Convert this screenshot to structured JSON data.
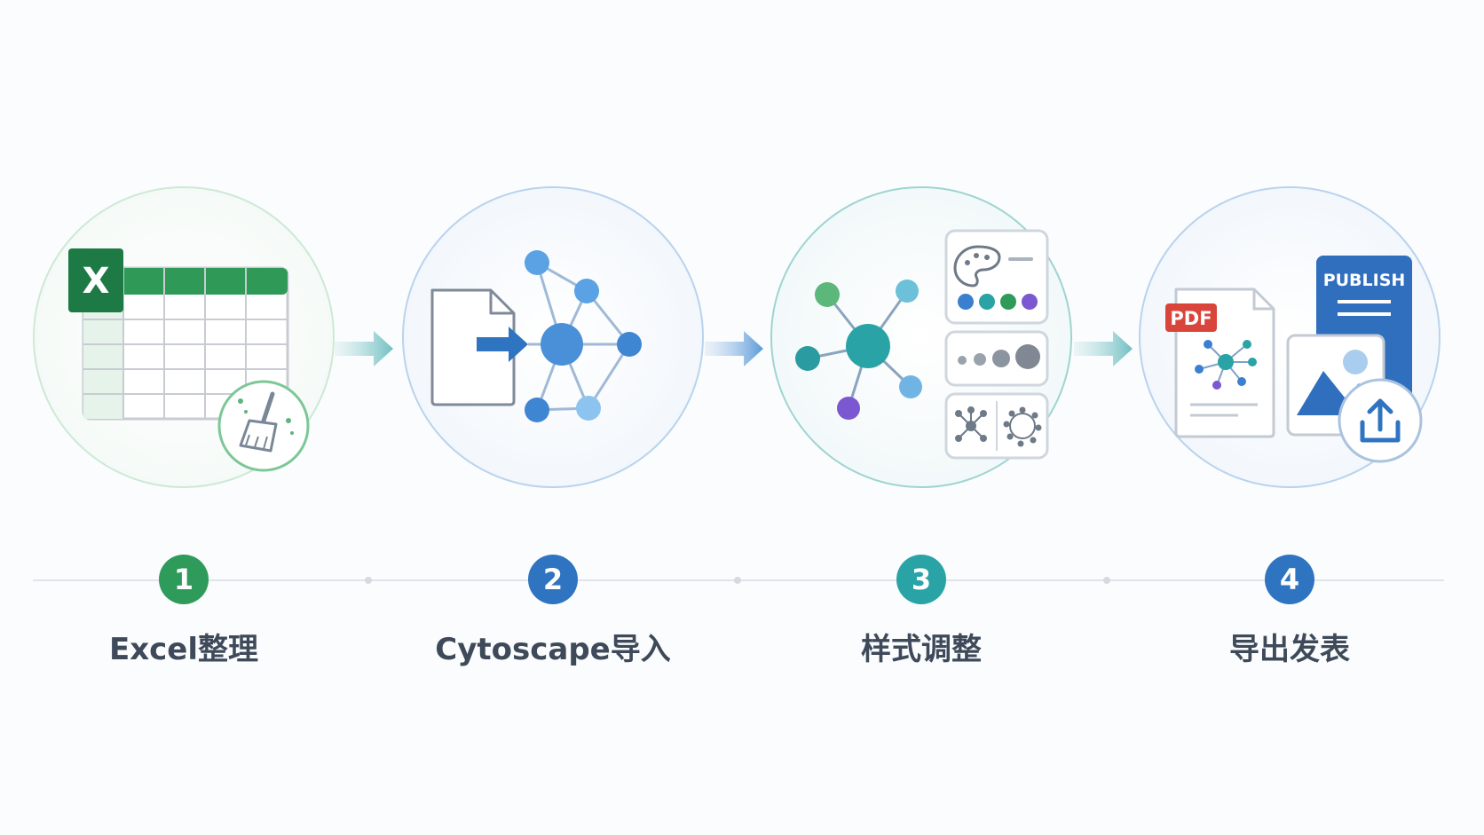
{
  "steps": [
    {
      "number": "1",
      "label": "Excel整理",
      "color": "#2e9b5a",
      "icon": "excel-spreadsheet-icon"
    },
    {
      "number": "2",
      "label": "Cytoscape导入",
      "color": "#2f74c0",
      "icon": "network-import-icon"
    },
    {
      "number": "3",
      "label": "样式调整",
      "color": "#2aa3a6",
      "icon": "style-adjust-icon"
    },
    {
      "number": "4",
      "label": "导出发表",
      "color": "#2f74c0",
      "icon": "export-publish-icon"
    }
  ],
  "icons": {
    "excel_letter": "X",
    "pdf_badge": "PDF",
    "publish_badge": "PUBLISH"
  },
  "colors": {
    "excel_green": "#1e7a45",
    "network_blue": "#4a90d9",
    "teal": "#2aa3a6",
    "purple": "#7b57d1",
    "pdf_red": "#d9453b",
    "arrow_teal": "#6fbfc2",
    "arrow_blue": "#5a9ad8"
  }
}
